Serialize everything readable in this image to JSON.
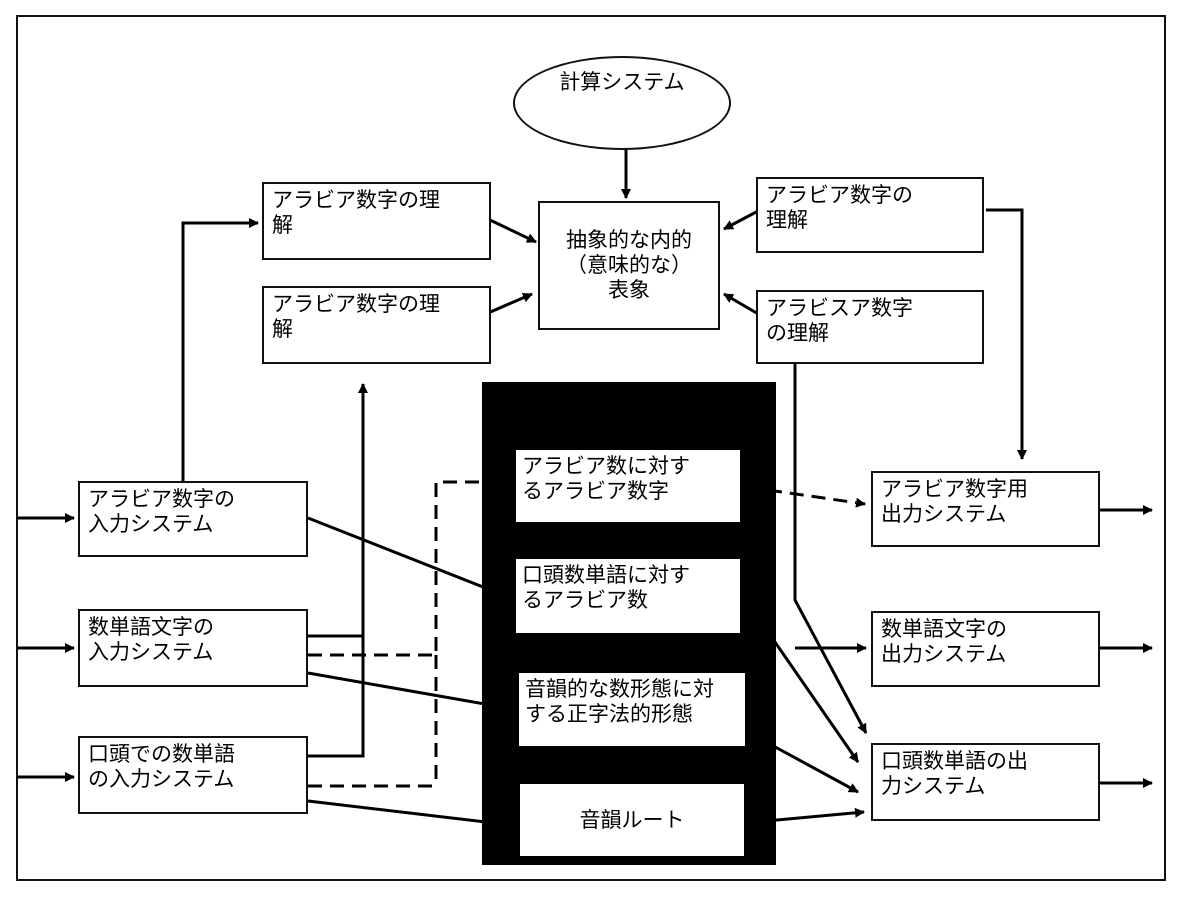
{
  "diagram": {
    "ellipse": {
      "label": "計算システム"
    },
    "center": {
      "label": "抽象的な内的\n（意味的な）\n表象"
    },
    "comprehension": {
      "left_top": "アラビア数字の理\n解",
      "left_bottom": "アラビア数字の理\n解",
      "right_top": "アラビア数字の\n理解",
      "right_bottom": "アラビスア数字\nの理解"
    },
    "inputs": {
      "arabic": "アラビア数字の\n入力システム",
      "written_words": "数単語文字の\n入力システム",
      "spoken_words": "口頭での数単語\nの入力システム"
    },
    "routes": {
      "r1": "アラビア数に対す\nるアラビア数字",
      "r2": "口頭数単語に対す\nるアラビア数",
      "r3": "音韻的な数形態に対\nする正字法的形態",
      "r4": "音韻ルート"
    },
    "outputs": {
      "arabic": "アラビア数字用\n出力システム",
      "written_words": "数単語文字の\n出力システム",
      "spoken_words": "口頭数単語の出\n力システム"
    }
  }
}
